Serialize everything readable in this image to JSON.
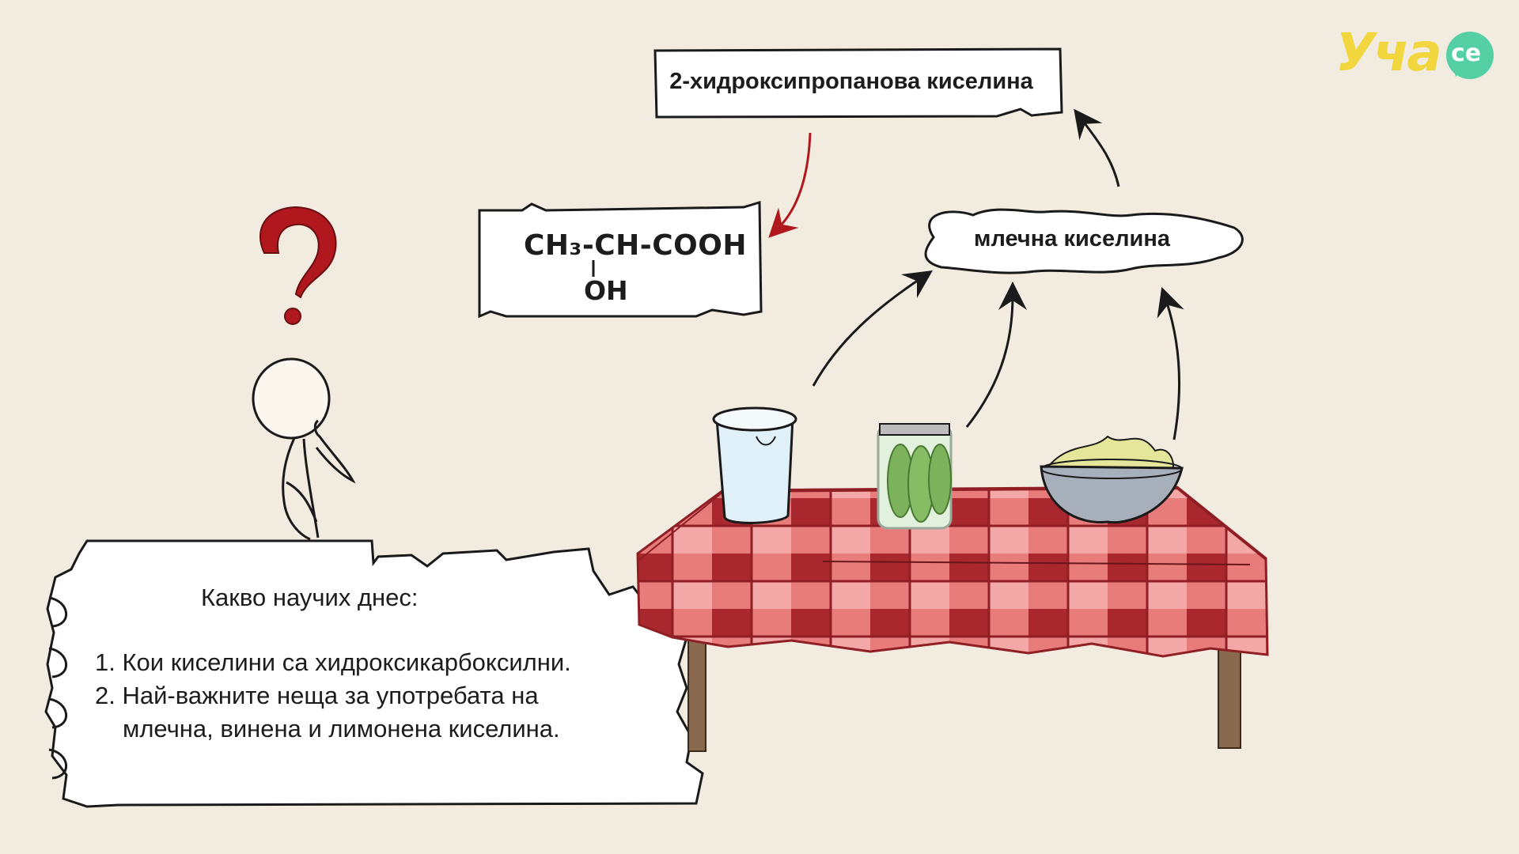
{
  "brand": {
    "word": "Уча",
    "badge": "се",
    "color_word": "#f1d73d",
    "color_badge": "#55cfa4"
  },
  "iupac_name": "2-хидроксипропанова киселина",
  "formula": {
    "main": "CH₃-CH-COOH",
    "substituent": "OH"
  },
  "common_name": "млечна киселина",
  "summary": {
    "title": "Какво научих днес:",
    "item1": "1. Кои киселини са хидроксикарбоксилни.",
    "item2": "2. Най-важните неща за употребата на",
    "item2_cont": "млечна, винена и лимонена киселина."
  },
  "icons": {
    "question": "question-mark-icon",
    "person": "stick-figure-thinking",
    "milk": "milk-glass-icon",
    "pickles": "pickle-jar-icon",
    "salad": "cabbage-bowl-icon"
  },
  "colors": {
    "question_mark": "#a8151a",
    "tablecloth_light": "#f2a8a5",
    "tablecloth_dark": "#b33c3c",
    "table_legs": "#8a6a4f"
  }
}
